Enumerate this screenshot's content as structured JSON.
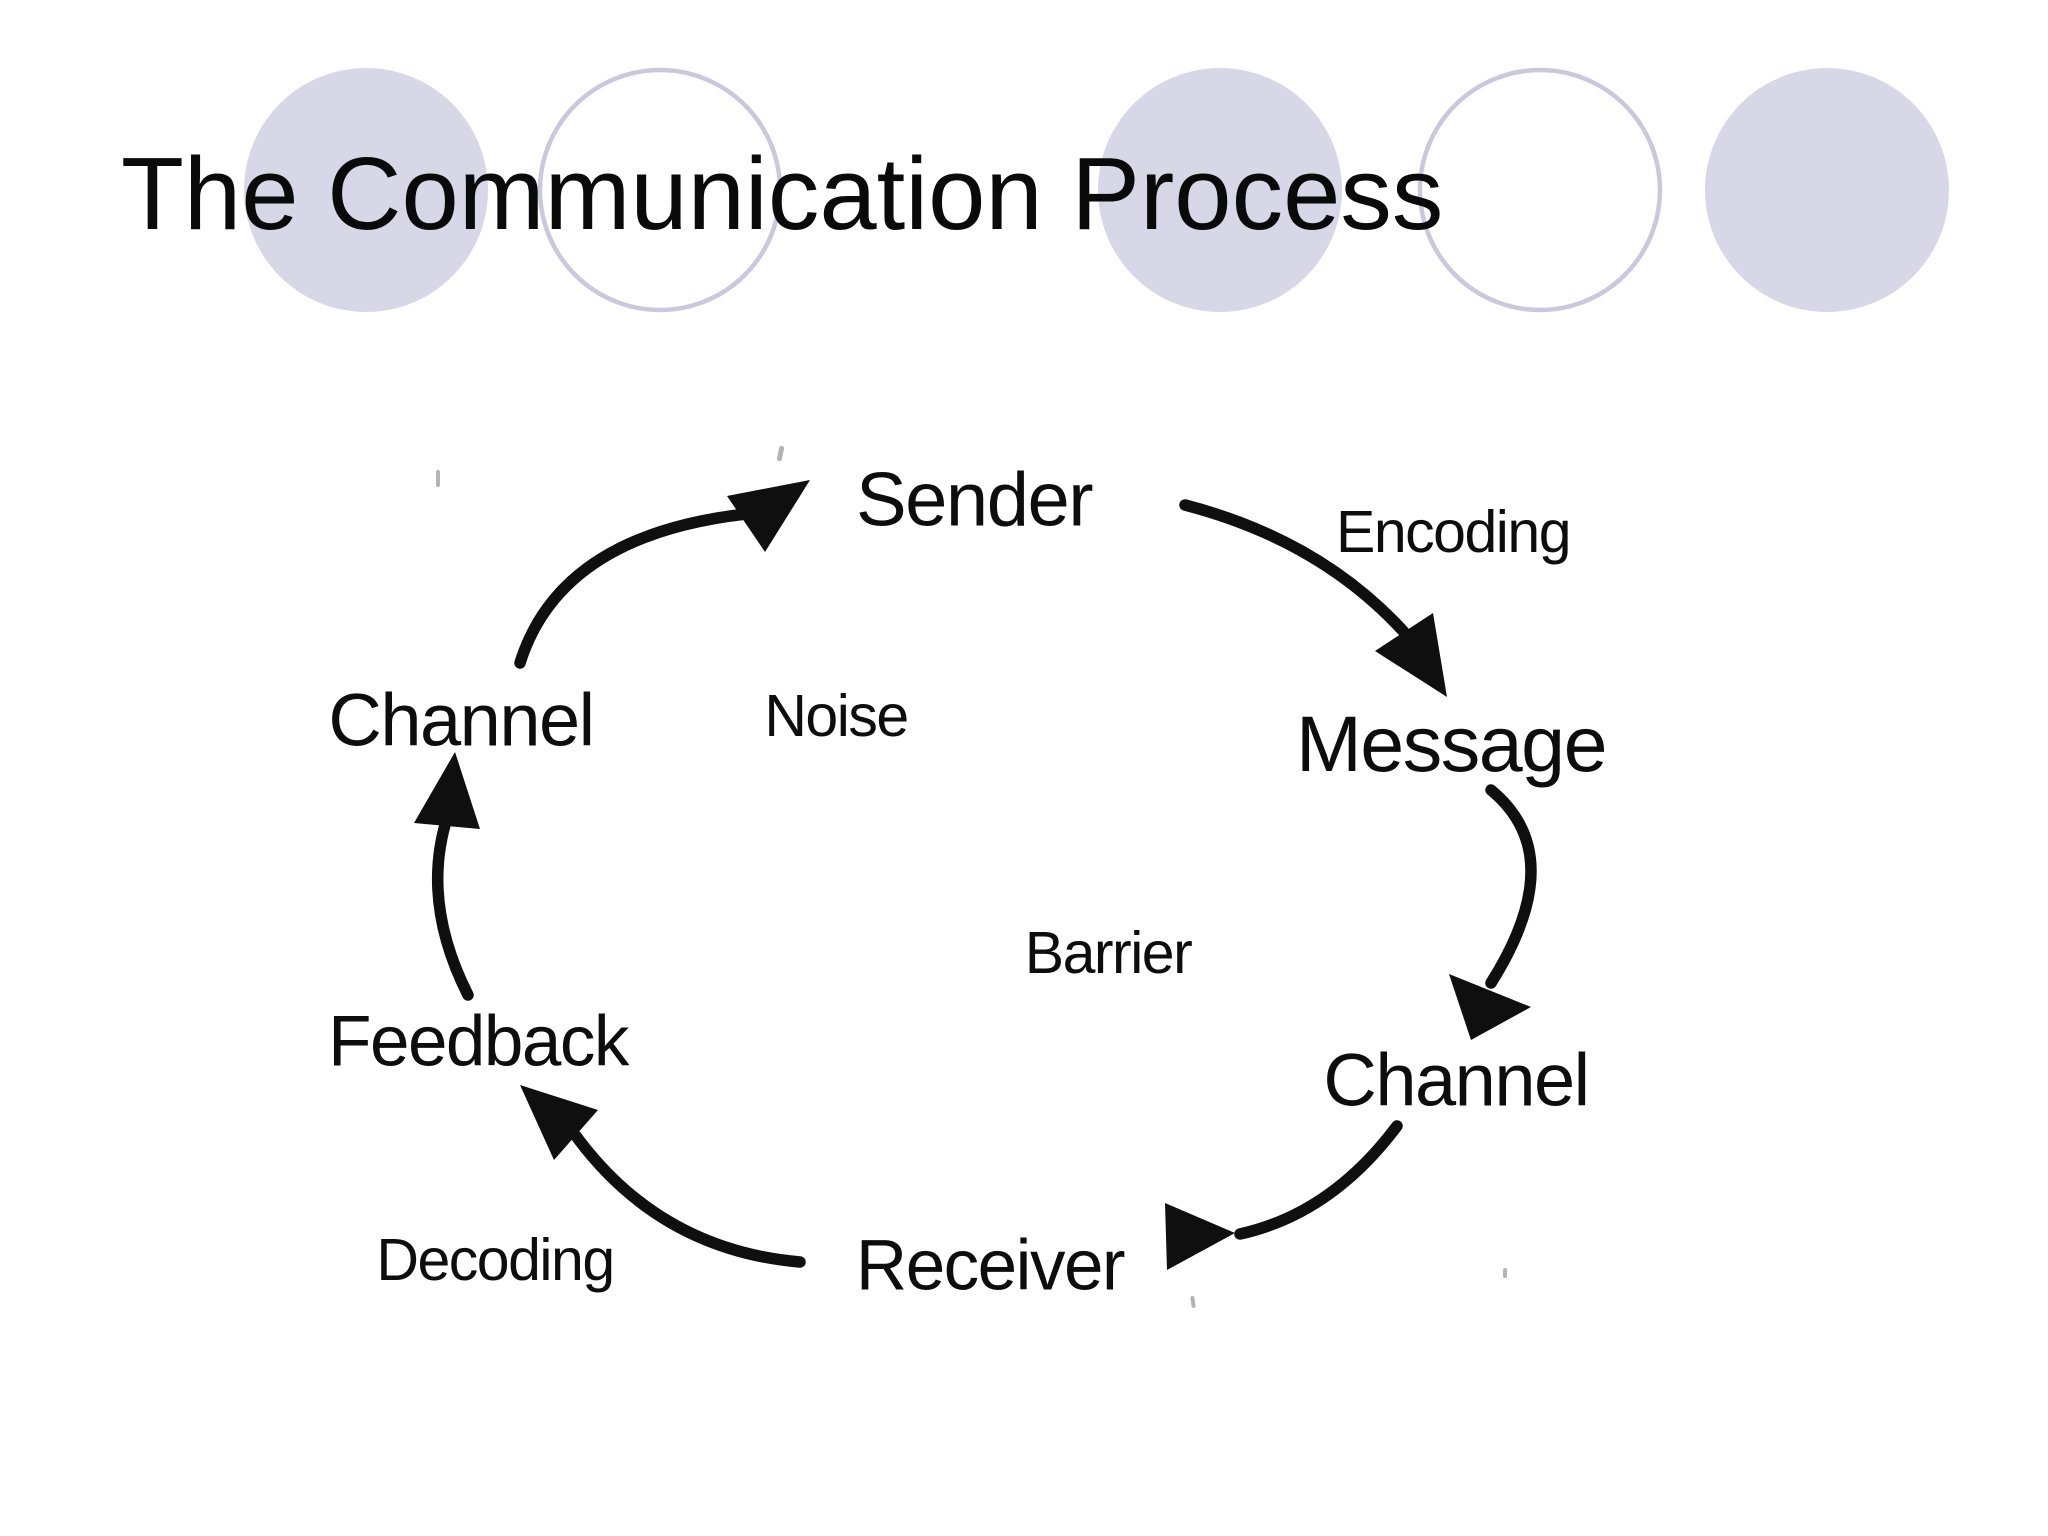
{
  "slide": {
    "title": "The Communication Process",
    "background_color": "#ffffff",
    "ink_color": "#0f0f0f",
    "decor_circles": {
      "filled_color": "#d7d7e8",
      "outline_color": "#c9c9dd",
      "pattern": [
        "filled",
        "outline",
        "filled",
        "outline",
        "filled"
      ]
    }
  },
  "diagram": {
    "type": "cycle",
    "nodes": [
      {
        "id": "sender",
        "label": "Sender"
      },
      {
        "id": "message",
        "label": "Message"
      },
      {
        "id": "channel-right",
        "label": "Channel"
      },
      {
        "id": "receiver",
        "label": "Receiver"
      },
      {
        "id": "feedback",
        "label": "Feedback"
      },
      {
        "id": "channel-left",
        "label": "Channel"
      }
    ],
    "annotations": [
      {
        "id": "encoding",
        "label": "Encoding"
      },
      {
        "id": "noise",
        "label": "Noise"
      },
      {
        "id": "barrier",
        "label": "Barrier"
      },
      {
        "id": "decoding",
        "label": "Decoding"
      }
    ],
    "arrows": [
      {
        "from": "Sender",
        "to": "Message",
        "label": "Encoding"
      },
      {
        "from": "Message",
        "to": "Channel",
        "label": ""
      },
      {
        "from": "Channel",
        "to": "Receiver",
        "label": ""
      },
      {
        "from": "Receiver",
        "to": "Feedback",
        "label": "Decoding"
      },
      {
        "from": "Feedback",
        "to": "Channel",
        "label": ""
      },
      {
        "from": "Channel",
        "to": "Sender",
        "label": ""
      }
    ]
  }
}
